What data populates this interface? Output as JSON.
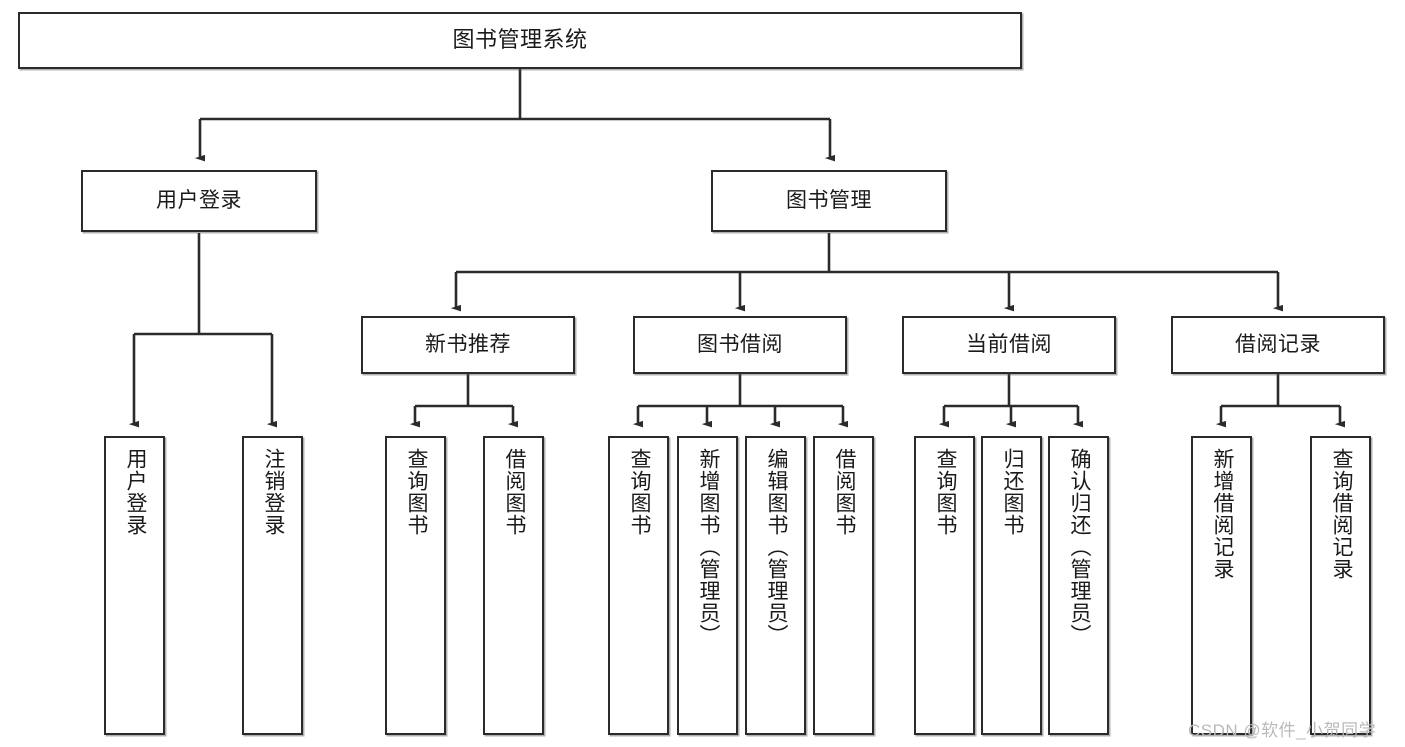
{
  "diagram": {
    "title": "图书管理系统",
    "type": "tree",
    "watermark": "CSDN @软件_小贺同学",
    "colors": {
      "box_border": "#2b2b2b",
      "box_fill": "#ffffff",
      "connector": "#2b2b2b",
      "text": "#1a1a1a",
      "watermark": "#b9b9b9"
    },
    "root": {
      "label": "图书管理系统"
    },
    "level2": [
      {
        "label": "用户登录"
      },
      {
        "label": "图书管理"
      }
    ],
    "level3": [
      {
        "label": "新书推荐"
      },
      {
        "label": "图书借阅"
      },
      {
        "label": "当前借阅"
      },
      {
        "label": "借阅记录"
      }
    ],
    "leaves": {
      "user_login": [
        {
          "label": "用户登录"
        },
        {
          "label": "注销登录"
        }
      ],
      "new_book_recommend": [
        {
          "label": "查询图书"
        },
        {
          "label": "借阅图书"
        }
      ],
      "book_borrow": [
        {
          "label": "查询图书"
        },
        {
          "label": "新增图书（管理员）"
        },
        {
          "label": "编辑图书（管理员）"
        },
        {
          "label": "借阅图书"
        }
      ],
      "current_borrow": [
        {
          "label": "查询图书"
        },
        {
          "label": "归还图书"
        },
        {
          "label": "确认归还（管理员）"
        }
      ],
      "borrow_record": [
        {
          "label": "新增借阅记录"
        },
        {
          "label": "查询借阅记录"
        }
      ]
    }
  }
}
